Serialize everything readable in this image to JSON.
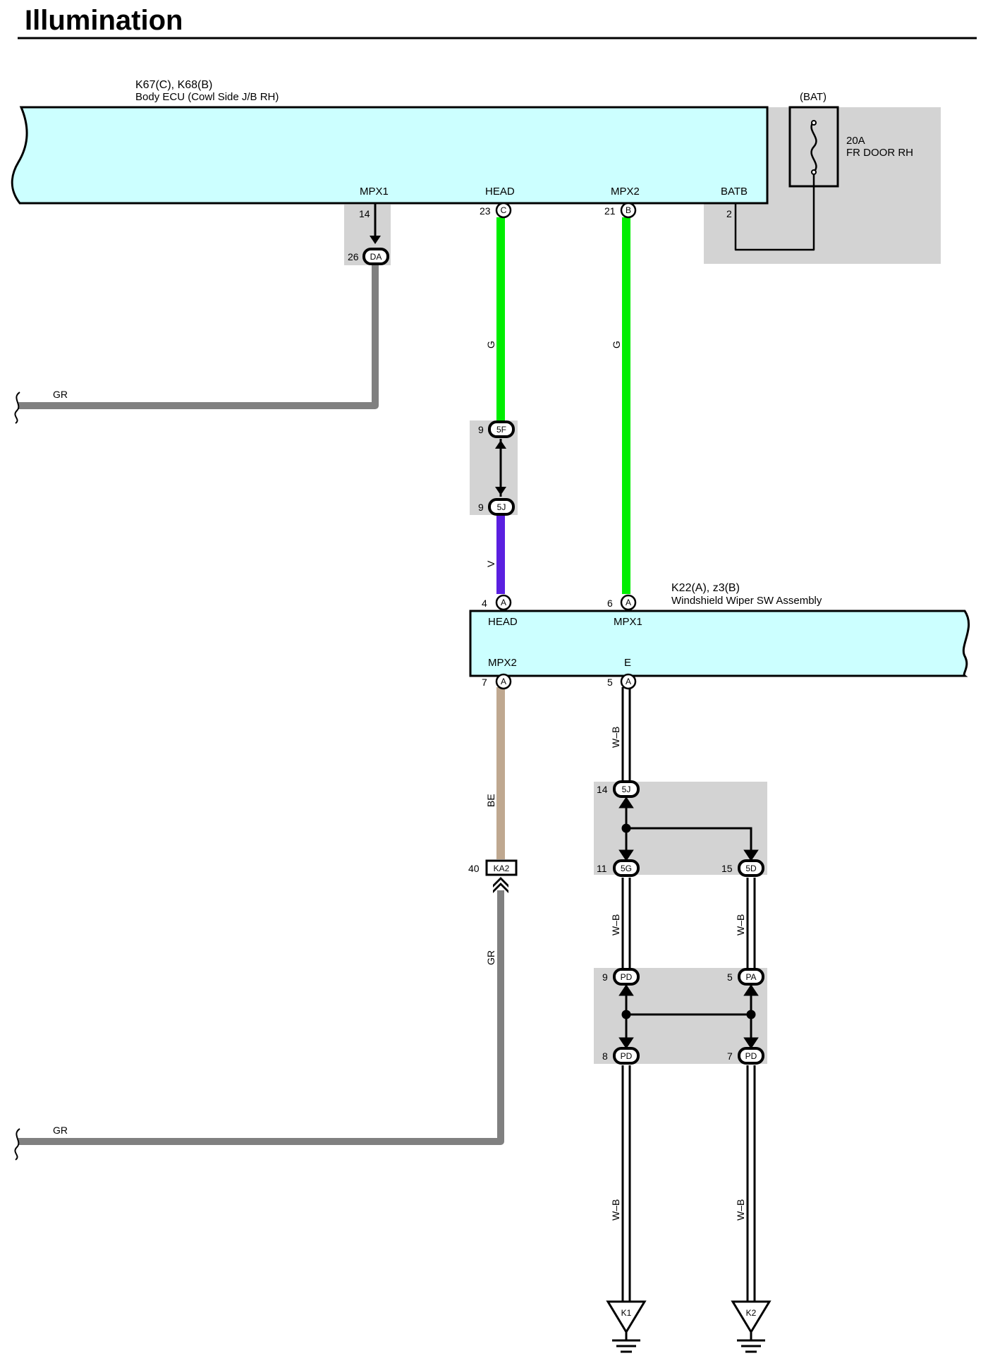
{
  "title": "Illumination",
  "colors": {
    "component_fill": "#ccffff",
    "junction_fill": "#d3d3d3",
    "wire_G": "#00ee00",
    "wire_V": "#5a1fe0",
    "wire_GR": "#808080",
    "wire_BE": "#bfa890",
    "wire_WB": "#000000"
  },
  "body_ecu": {
    "ref": "K67(C), K68(B)",
    "name": "Body ECU (Cowl Side J/B RH)",
    "terminals": [
      "MPX1",
      "HEAD",
      "MPX2",
      "BATB"
    ],
    "pins": [
      {
        "num": "14",
        "conn": ""
      },
      {
        "num": "23",
        "conn": "C"
      },
      {
        "num": "21",
        "conn": "B"
      },
      {
        "num": "2",
        "conn": ""
      }
    ]
  },
  "fuse": {
    "source": "(BAT)",
    "rating": "20A",
    "name": "FR DOOR RH"
  },
  "wiper_sw": {
    "ref": "K22(A), z3(B)",
    "name": "Windshield Wiper SW Assembly",
    "top_terminals": [
      "HEAD",
      "MPX1"
    ],
    "bottom_terminals": [
      "MPX2",
      "E"
    ],
    "pins": [
      {
        "num": "4",
        "conn": "A"
      },
      {
        "num": "6",
        "conn": "A"
      },
      {
        "num": "7",
        "conn": "A"
      },
      {
        "num": "5",
        "conn": "A"
      }
    ]
  },
  "connectors": [
    {
      "num": "26",
      "id": "DA"
    },
    {
      "num": "9",
      "id": "5F"
    },
    {
      "num": "9",
      "id": "5J"
    },
    {
      "num": "40",
      "id": "KA2"
    },
    {
      "num": "14",
      "id": "5J"
    },
    {
      "num": "11",
      "id": "5G"
    },
    {
      "num": "15",
      "id": "5D"
    },
    {
      "num": "9",
      "id": "PD"
    },
    {
      "num": "5",
      "id": "PA"
    },
    {
      "num": "8",
      "id": "PD"
    },
    {
      "num": "7",
      "id": "PD"
    }
  ],
  "wire_labels": [
    "GR",
    "G",
    "G",
    "V",
    "BE",
    "GR",
    "GR",
    "W–B",
    "W–B",
    "W–B",
    "W–B",
    "W–B"
  ],
  "grounds": [
    "K1",
    "K2"
  ]
}
